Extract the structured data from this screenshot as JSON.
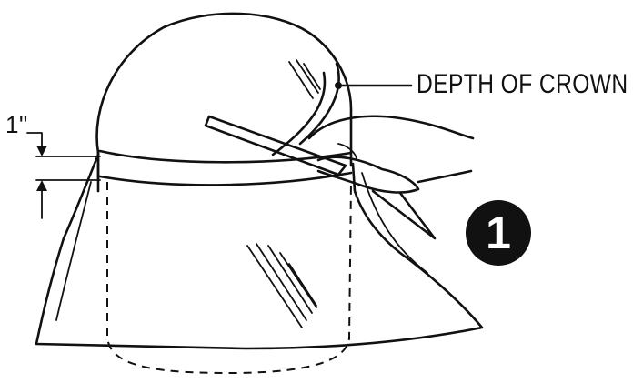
{
  "labels": {
    "depth_of_crown": "DEPTH OF CROWN",
    "measurement": "1\""
  },
  "step": {
    "number": "1"
  },
  "colors": {
    "ink": "#111111",
    "paper": "#ffffff"
  }
}
